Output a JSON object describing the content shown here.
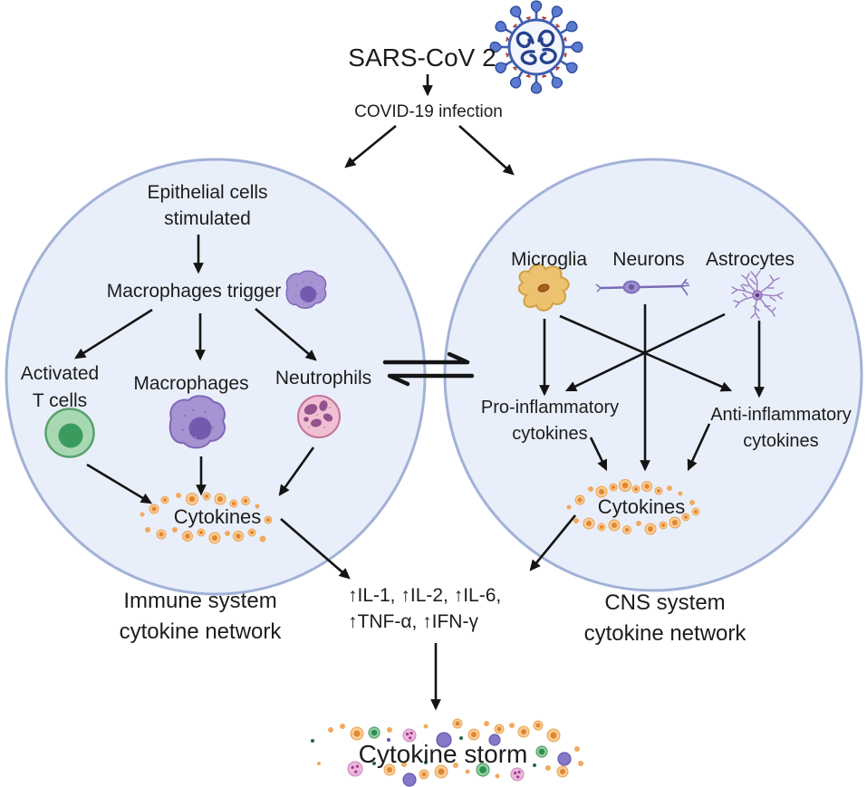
{
  "header": {
    "virus_name": "SARS-CoV 2",
    "infection": "COVID-19 infection"
  },
  "immune_circle": {
    "epithelial_line1": "Epithelial cells",
    "epithelial_line2": "stimulated",
    "trigger": "Macrophages trigger",
    "t_cells_line1": "Activated",
    "t_cells_line2": "T cells",
    "macrophages": "Macrophages",
    "neutrophils": "Neutrophils",
    "cytokines": "Cytokines",
    "caption_line1": "Immune system",
    "caption_line2": "cytokine network"
  },
  "cns_circle": {
    "microglia": "Microglia",
    "neurons": "Neurons",
    "astrocytes": "Astrocytes",
    "pro_line1": "Pro-inflammatory",
    "pro_line2": "cytokines",
    "anti_line1": "Anti-inflammatory",
    "anti_line2": "cytokines",
    "cytokines": "Cytokines",
    "caption_line1": "CNS system",
    "caption_line2": "cytokine network"
  },
  "outcome": {
    "elevated_line1": "↑IL-1,  ↑IL-2, ↑IL-6,",
    "elevated_line2": "↑TNF-α,  ↑IFN-γ",
    "storm": "Cytokine storm"
  },
  "colors": {
    "circle_fill": "#e9effa",
    "circle_border": "#a2b1d8",
    "arrow": "#141414",
    "text": "#1c1c1c",
    "cytokine_orange": "#f2a95f",
    "cytokine_orange_light": "#f8cd96",
    "cytokine_orange_dark": "#e2862f",
    "storm_green": "#2f8e51",
    "storm_green_light": "#93cfa2",
    "storm_purple": "#8678c6",
    "storm_pink": "#ecb6dc",
    "storm_pink_spot": "#a23b88",
    "macrophage_purple": "#a593d2",
    "t_cell_green": "#a8d8b2",
    "neutrophil_pink": "#f0c0d2",
    "microglia_yellow": "#ecc271",
    "neuron_purple": "#7a6cb4",
    "astrocyte_purple": "#9c82c4",
    "virus_blue": "#3f5fb0"
  }
}
